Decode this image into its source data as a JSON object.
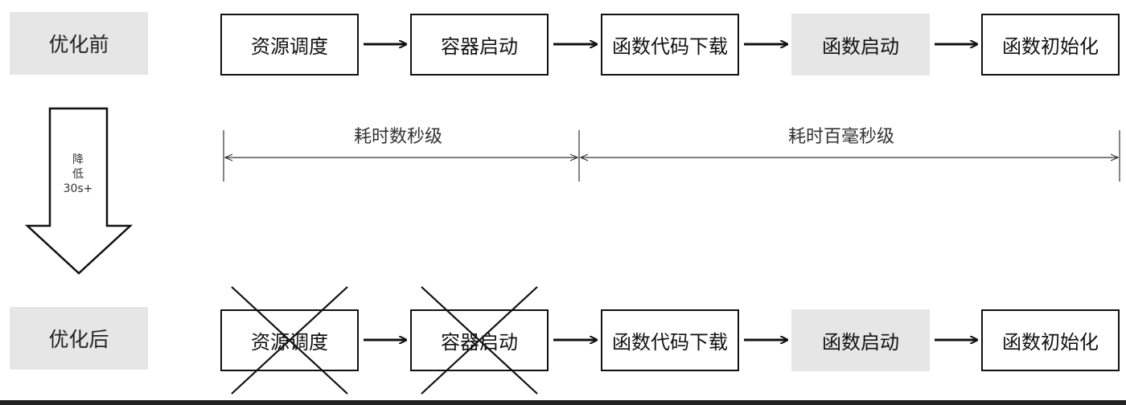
{
  "rows": {
    "before": {
      "label": "优化前"
    },
    "after": {
      "label": "优化后"
    }
  },
  "steps_before": [
    {
      "label": "资源调度",
      "shaded": false,
      "crossed": false
    },
    {
      "label": "容器启动",
      "shaded": false,
      "crossed": false
    },
    {
      "label": "函数代码下载",
      "shaded": false,
      "crossed": false
    },
    {
      "label": "函数启动",
      "shaded": true,
      "crossed": false
    },
    {
      "label": "函数初始化",
      "shaded": false,
      "crossed": false
    }
  ],
  "steps_after": [
    {
      "label": "资源调度",
      "shaded": false,
      "crossed": true
    },
    {
      "label": "容器启动",
      "shaded": false,
      "crossed": true
    },
    {
      "label": "函数代码下载",
      "shaded": false,
      "crossed": false
    },
    {
      "label": "函数启动",
      "shaded": true,
      "crossed": false
    },
    {
      "label": "函数初始化",
      "shaded": false,
      "crossed": false
    }
  ],
  "spans": [
    {
      "label": "耗时数秒级"
    },
    {
      "label": "耗时百毫秒级"
    }
  ],
  "reduction_arrow": {
    "line1": "降",
    "line2": "低",
    "line3": "30s+"
  },
  "colors": {
    "shade": "#e6e6e6",
    "stroke": "#111111"
  }
}
